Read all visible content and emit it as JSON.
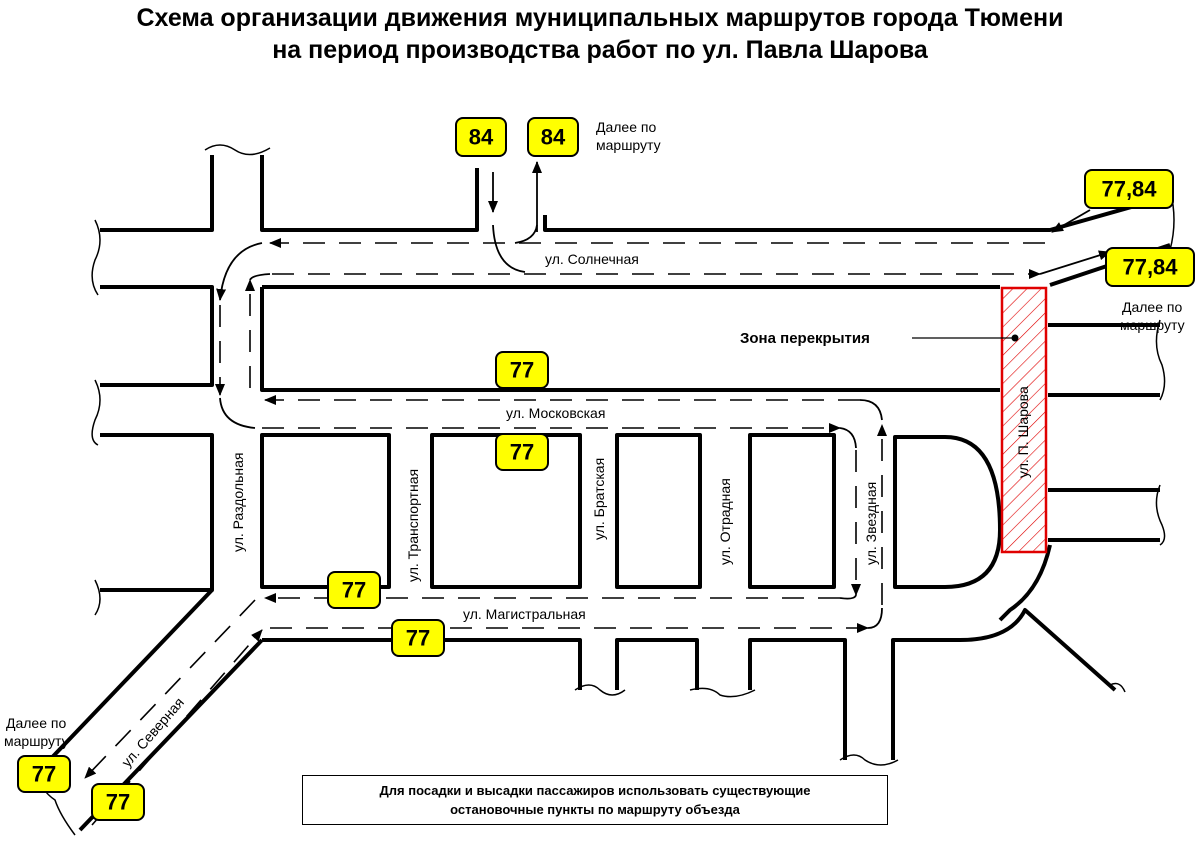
{
  "title": {
    "line1": "Схема организации движения муниципальных маршрутов города Тюмени",
    "line2": "на период производства работ по ул. Павла Шарова"
  },
  "badges": {
    "b84_in": "84",
    "b84_out": "84",
    "b7784_top": "77,84",
    "b7784_right": "77,84",
    "b77_moskovskaya_top": "77",
    "b77_moskovskaya_bottom": "77",
    "b77_magistralnaya_top": "77",
    "b77_magistralnaya_bottom": "77",
    "b77_left": "77",
    "b77_bottom": "77"
  },
  "notes": {
    "further_top": [
      "Далее по",
      "маршруту"
    ],
    "further_right": [
      "Далее по",
      "маршруту"
    ],
    "further_left": [
      "Далее по",
      "маршруту"
    ]
  },
  "streets": {
    "solnechnaya": "ул. Солнечная",
    "moskovskaya": "ул. Московская",
    "magistralnaya": "ул. Магистральная",
    "razdolnaya": "ул. Раздольная",
    "transportnaya": "ул. Транспортная",
    "bratskaya": "ул. Братская",
    "otradnaya": "ул. Отрадная",
    "zvezdnaya": "ул. Звездная",
    "sharova": "ул. П. Шарова",
    "severnaya": "ул. Северная"
  },
  "closure_zone": {
    "label": "Зона перекрытия",
    "color": "#e00000"
  },
  "legend": {
    "line1": "Для посадки и высадки пассажиров использовать существующие",
    "line2": "остановочные пункты по маршруту объезда"
  },
  "colors": {
    "badge": "#ffff00",
    "closure": "#e00000"
  }
}
